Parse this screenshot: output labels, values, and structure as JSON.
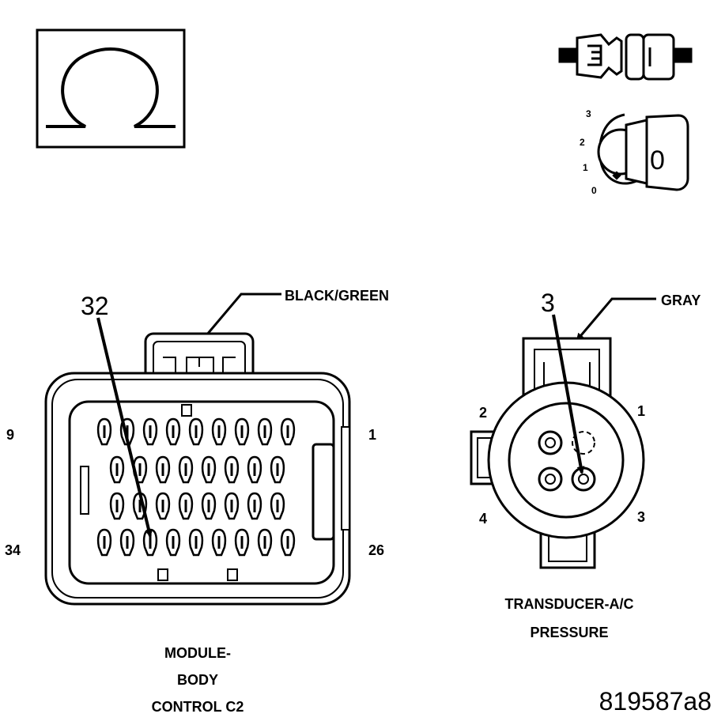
{
  "ohmmeter_symbol": "Ω",
  "ignition": {
    "positions": [
      "3",
      "2",
      "1",
      "0"
    ],
    "key_label": "0"
  },
  "body_connector": {
    "color_label": "BLACK/GREEN",
    "callout_pin": "32",
    "corner_labels": {
      "top_left": "9",
      "top_right": "1",
      "bottom_left": "34",
      "bottom_right": "26"
    },
    "title_lines": [
      "MODULE-",
      "BODY",
      "CONTROL C2"
    ]
  },
  "transducer_connector": {
    "color_label": "GRAY",
    "callout_pin": "3",
    "pin_labels": {
      "top_left": "2",
      "top_right": "1",
      "bottom_left": "4",
      "bottom_right": "3"
    },
    "title_lines": [
      "TRANSDUCER-A/C",
      "PRESSURE"
    ]
  },
  "figure_id": "819587a8"
}
